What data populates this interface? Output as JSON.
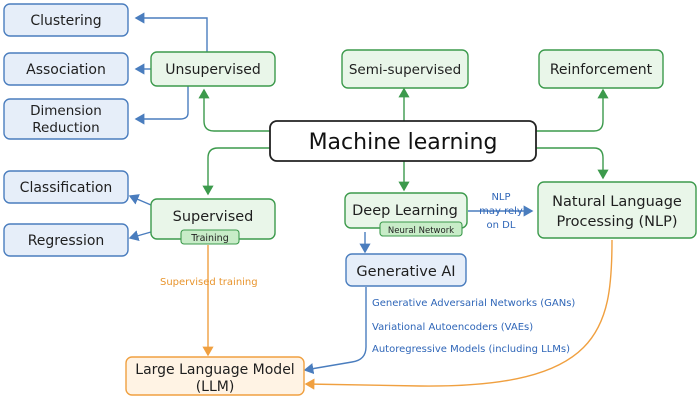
{
  "colors": {
    "blue_stroke": "#4a7dbe",
    "blue_fill": "#e6eef9",
    "green_stroke": "#3c9a4c",
    "green_fill": "#e9f6e9",
    "orange_stroke": "#f0a040",
    "orange_fill": "#fff3e4",
    "black_stroke": "#222222",
    "label_blue": "#2f66b8",
    "label_orange": "#e8952e"
  },
  "nodes": {
    "clustering": "Clustering",
    "association": "Association",
    "dimension_reduction": [
      "Dimension",
      "Reduction"
    ],
    "unsupervised": "Unsupervised",
    "semi_supervised": "Semi-supervised",
    "reinforcement": "Reinforcement",
    "machine_learning": "Machine learning",
    "classification": "Classification",
    "regression": "Regression",
    "supervised": "Supervised",
    "training_tag": "Training",
    "deep_learning": "Deep Learning",
    "neural_network_tag": "Neural Network",
    "nlp": [
      "Natural Language",
      "Processing (NLP)"
    ],
    "generative_ai": "Generative AI",
    "llm": [
      "Large Language Model",
      "(LLM)"
    ]
  },
  "annotations": {
    "nlp_relies_on_dl": [
      "NLP",
      "may rely",
      "on DL"
    ],
    "supervised_training": "Supervised training",
    "gen_ai_list": [
      "Generative Adversarial Networks (GANs)",
      "Variational Autoencoders (VAEs)",
      "Autoregressive Models (including LLMs)"
    ]
  }
}
